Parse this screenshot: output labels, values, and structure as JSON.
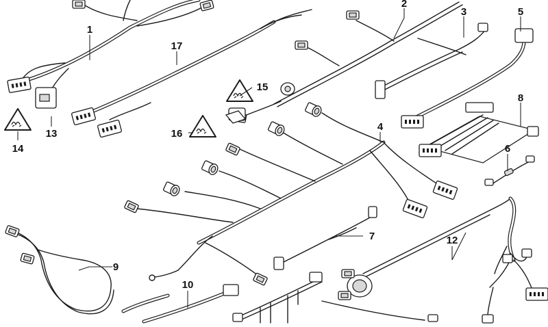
{
  "callouts": [
    "1",
    "2",
    "3",
    "4",
    "5",
    "6",
    "7",
    "8",
    "9",
    "10",
    "12",
    "13",
    "14",
    "15",
    "16",
    "17"
  ],
  "colors": {
    "line": "#1a1a1a",
    "background": "#ffffff"
  }
}
